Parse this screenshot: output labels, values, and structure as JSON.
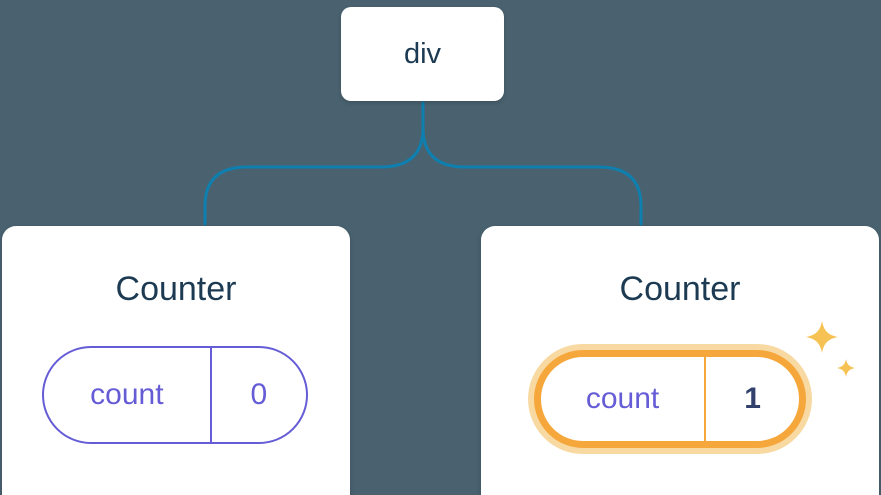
{
  "colors": {
    "background": "#4a6270",
    "connector": "#0e7fae",
    "card_background": "#ffffff",
    "heading": "#1c3a52",
    "pill_border": "#655cd6",
    "pill_text": "#655cd6",
    "value_highlight_text": "#32406e",
    "highlight_border": "#f5a73b",
    "highlight_glow": "#f8d9a2",
    "sparkle": "#f6c254"
  },
  "tree": {
    "root_label": "div",
    "left_counter": {
      "title": "Counter",
      "state_key": "count",
      "state_value": "0",
      "highlighted": false
    },
    "right_counter": {
      "title": "Counter",
      "state_key": "count",
      "state_value": "1",
      "highlighted": true
    }
  }
}
